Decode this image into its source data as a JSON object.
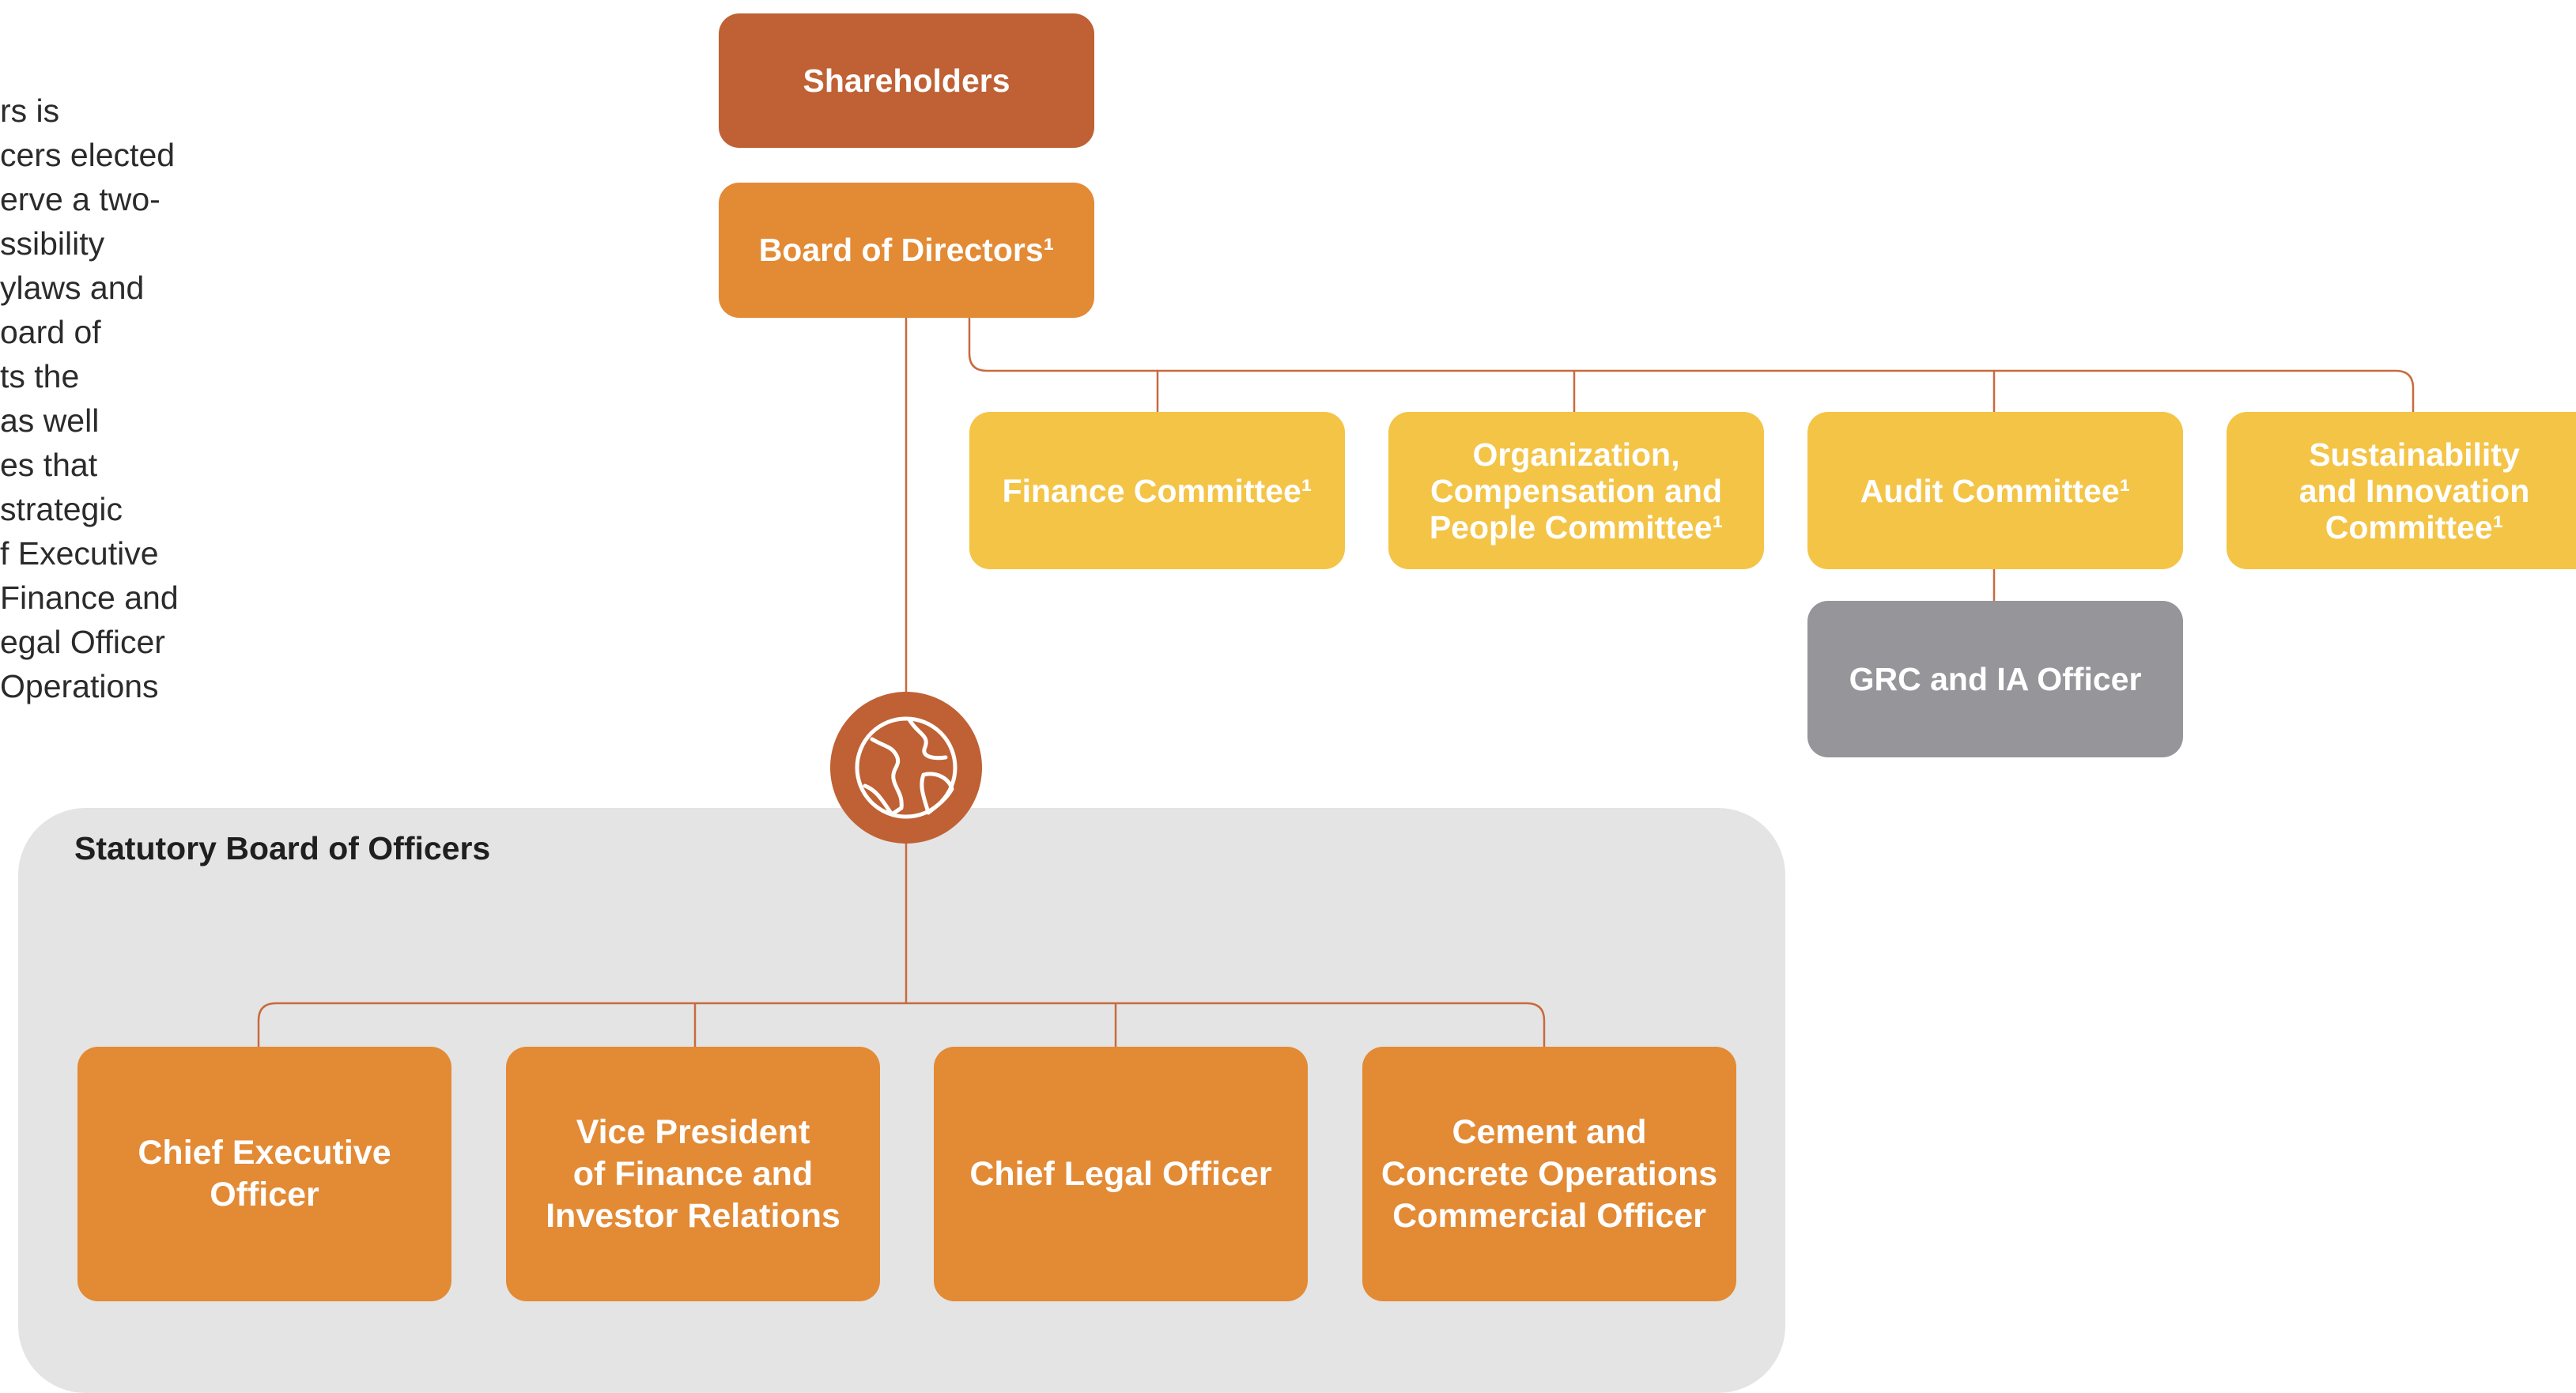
{
  "intro_text_fragments": [
    "rs is",
    "cers elected",
    "erve a two-",
    "ssibility",
    "ylaws and",
    "oard of",
    "ts the",
    "as well",
    "es that",
    "strategic",
    "f Executive",
    "Finance and",
    "egal Officer",
    "Operations"
  ],
  "shareholders": {
    "label": "Shareholders"
  },
  "board": {
    "label": "Board of Directors¹"
  },
  "committees": [
    {
      "label": "Finance Committee¹"
    },
    {
      "label": "Organization,\nCompensation and\nPeople Committee¹"
    },
    {
      "label": "Audit Committee¹"
    },
    {
      "label": "Sustainability\nand Innovation\nCommittee¹"
    }
  ],
  "grc": {
    "label": "GRC and IA Officer"
  },
  "statutory": {
    "title": "Statutory Board of Officers",
    "officers": [
      {
        "label": "Chief Executive\nOfficer"
      },
      {
        "label": "Vice President\nof Finance and\nInvestor Relations"
      },
      {
        "label": "Chief Legal Officer"
      },
      {
        "label": "Cement and\nConcrete Operations\nCommercial Officer"
      }
    ]
  },
  "icon": {
    "name": "globe-icon"
  },
  "colors": {
    "shareholders": "#bf6134",
    "board": "#e38a35",
    "committee": "#f4c447",
    "grc": "#95959a",
    "officer": "#e38a35",
    "connector": "#c86a3f",
    "panel": "#e4e4e4"
  }
}
